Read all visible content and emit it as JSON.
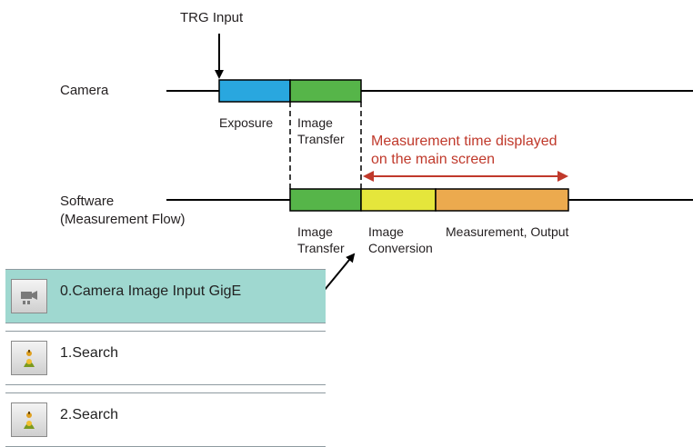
{
  "trigger_label": "TRG Input",
  "lanes": {
    "camera": "Camera",
    "software_line1": "Software",
    "software_line2": "(Measurement Flow)"
  },
  "camera_segments": [
    {
      "label_lines": [
        "Exposure"
      ],
      "color": "#29a7df"
    },
    {
      "label_lines": [
        "Image",
        "Transfer"
      ],
      "color": "#56b549"
    }
  ],
  "software_segments": [
    {
      "label_lines": [
        "Image",
        "Transfer"
      ],
      "color": "#56b549"
    },
    {
      "label_lines": [
        "Image",
        "Conversion"
      ],
      "color": "#e5e63b"
    },
    {
      "label_lines": [
        "Measurement, Output"
      ],
      "color": "#ecaa4e"
    }
  ],
  "measurement_note": {
    "line1": "Measurement time displayed",
    "line2": "on the main screen",
    "color": "#c0392b"
  },
  "flow_items": [
    {
      "label": "0.Camera Image Input GigE",
      "icon": "camera-icon",
      "selected": true
    },
    {
      "label": "1.Search",
      "icon": "search-person-icon",
      "selected": false
    },
    {
      "label": "2.Search",
      "icon": "search-person-icon",
      "selected": false
    }
  ]
}
